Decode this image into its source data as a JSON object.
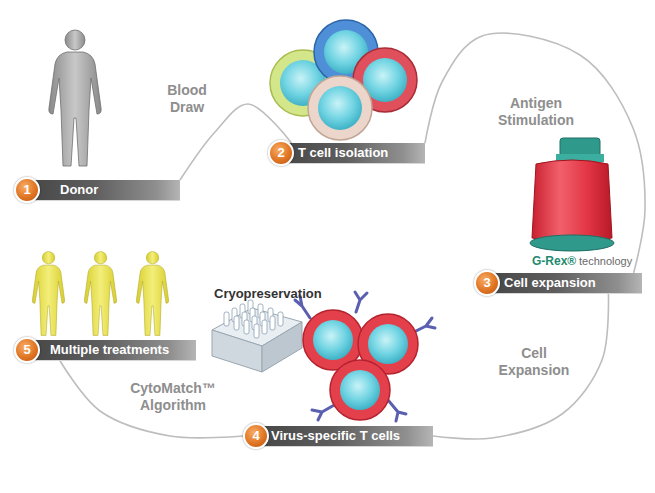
{
  "diagram": {
    "nodes": [
      {
        "text": [
          "1",
          "Donor"
        ]
      },
      {
        "text": [
          "2",
          "T cell isolation"
        ]
      },
      {
        "text": [
          "3",
          "Cell expansion"
        ]
      },
      {
        "text": [
          "4",
          "Virus-specific T cells"
        ]
      },
      {
        "text": [
          "5",
          "Multiple treatments"
        ]
      }
    ],
    "edges": [
      {
        "from": 0,
        "to": 1,
        "label": "Blood Draw",
        "arrow": "none"
      },
      {
        "from": 1,
        "to": 2,
        "label": "Antigen Stimulation",
        "arrow": "none"
      },
      {
        "from": 2,
        "to": 3,
        "label": "Cell Expansion",
        "arrow": "none"
      },
      {
        "from": 3,
        "to": 4,
        "label": "CytoMatch™ Algorithm",
        "arrow": "none"
      }
    ],
    "labels": [
      "Cryopreservation",
      "G-Rex®",
      "technology"
    ]
  }
}
